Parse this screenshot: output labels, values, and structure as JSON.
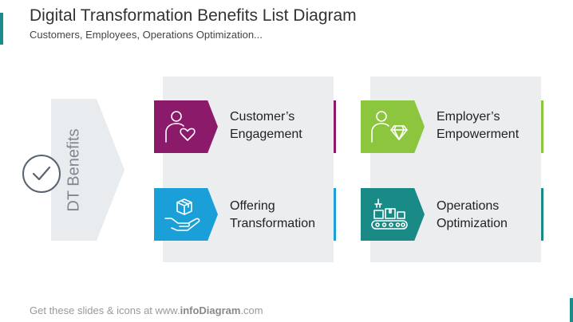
{
  "header": {
    "title": "Digital Transformation Benefits List Diagram",
    "subtitle": "Customers, Employees, Operations Optimization..."
  },
  "banner": {
    "label": "DT Benefits",
    "icon": "check-circle-icon"
  },
  "items": [
    {
      "line1": "Customer’s",
      "line2": "Engagement",
      "icon": "person-heart-icon",
      "color": "#8b1a6b"
    },
    {
      "line1": "Employer’s",
      "line2": "Empowerment",
      "icon": "person-diamond-icon",
      "color": "#8cc63f"
    },
    {
      "line1": "Offering",
      "line2": "Transformation",
      "icon": "hand-box-icon",
      "color": "#1a9fd9"
    },
    {
      "line1": "Operations",
      "line2": "Optimization",
      "icon": "conveyor-belt-icon",
      "color": "#1a8a86"
    }
  ],
  "footer": {
    "prefix": "Get these slides & icons at www.",
    "brand": "infoDiagram",
    "suffix": ".com"
  }
}
